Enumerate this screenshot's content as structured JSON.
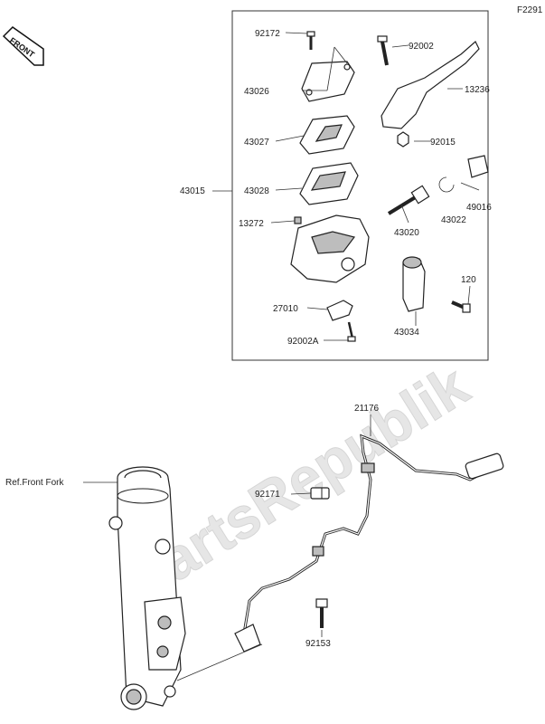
{
  "figure_code": "F2291",
  "front_badge": "FRONT",
  "watermark": "PartsRepublik",
  "ref_label": "Ref.Front Fork",
  "parts": {
    "p92172": "92172",
    "p92002": "92002",
    "p43026": "43026",
    "p13236": "13236",
    "p43027": "43027",
    "p92015": "92015",
    "p43015": "43015",
    "p43028": "43028",
    "p49016": "49016",
    "p43022": "43022",
    "p13272": "13272",
    "p43020": "43020",
    "p120": "120",
    "p27010": "27010",
    "p43034": "43034",
    "p92002A": "92002A",
    "p21176": "21176",
    "p92171": "92171",
    "p92153": "92153"
  }
}
